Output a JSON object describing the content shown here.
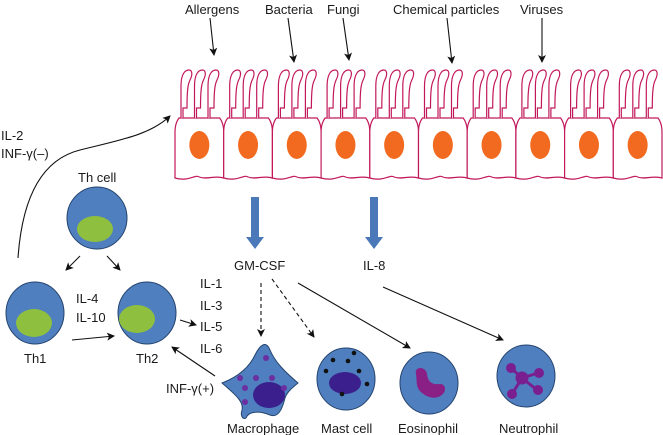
{
  "stimuli": [
    {
      "label": "Allergens"
    },
    {
      "label": "Bacteria"
    },
    {
      "label": "Fungi"
    },
    {
      "label": "Chemical particles"
    },
    {
      "label": "Viruses"
    }
  ],
  "epithelium": {
    "cell_count": 10
  },
  "feedback": {
    "line1": "IL-2",
    "line2": "INF-γ(–)"
  },
  "t_cells": {
    "th": "Th cell",
    "th1": "Th1",
    "th2": "Th2",
    "th1_to_th2_cytokines": [
      "IL-4",
      "IL-10"
    ]
  },
  "th2_cytokines": [
    "IL-1",
    "IL-3",
    "IL-5",
    "IL-6"
  ],
  "macrophage_feedback": "INF-γ(+)",
  "mediators": {
    "gm_csf": "GM-CSF",
    "il8": "IL-8"
  },
  "effector_cells": [
    {
      "label": "Macrophage"
    },
    {
      "label": "Mast cell"
    },
    {
      "label": "Eosinophil"
    },
    {
      "label": "Neutrophil"
    }
  ],
  "colors": {
    "epithelium_outline": "#c2185b",
    "epithelial_nucleus": "#f26a1f",
    "cell_body": "#4f7fbf",
    "t_cell_nucleus": "#8fbf3f",
    "granule": "#6a2fa0",
    "effector_nucleus": "#3b1f8c",
    "neutrophil_nucleus": "#7a1f8f",
    "pathway_arrow": "#4a78b8"
  }
}
